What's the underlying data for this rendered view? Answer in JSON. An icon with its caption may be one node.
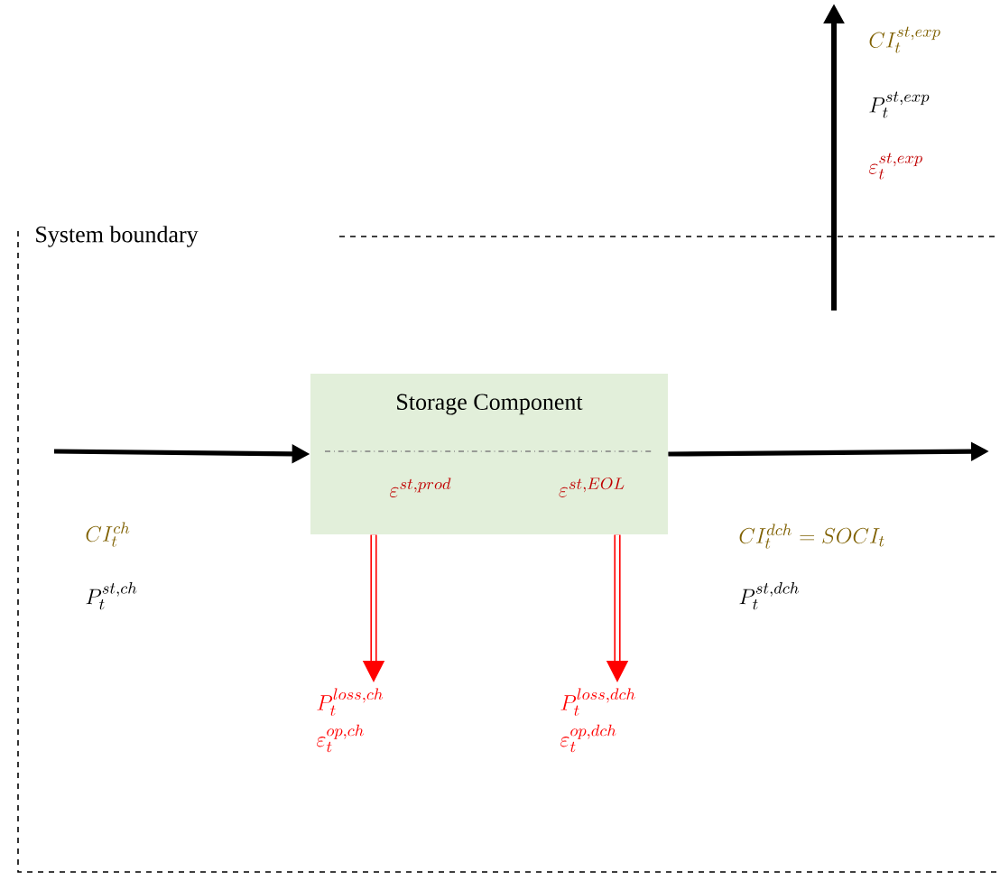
{
  "diagram": {
    "nodes": [
      {
        "text": [
          "System boundary"
        ]
      },
      {
        "text": [
          "Storage Component",
          "\\varepsilon^{st,prod}",
          "\\varepsilon^{st,EOL}"
        ],
        "in": 0
      },
      {
        "text": [
          "P_t^{loss,ch}",
          "\\varepsilon_t^{op,ch}"
        ],
        "in": 0
      },
      {
        "text": [
          "P_t^{loss,dch}",
          "\\varepsilon_t^{op,dch}"
        ],
        "in": 0
      }
    ],
    "edges": [
      {
        "from": null,
        "to": 1,
        "arrow": "to"
      },
      {
        "from": 1,
        "to": null,
        "arrow": "to"
      },
      {
        "from": 1,
        "to": 2,
        "arrow": "to",
        "color": "#ff0000"
      },
      {
        "from": 1,
        "to": 3,
        "arrow": "to",
        "color": "#ff0000"
      }
    ],
    "labels": [
      "CI_t^{st,exp}",
      "P_t^{st,exp}",
      "\\varepsilon_t^{st,exp}",
      "CI_t^{ch}",
      "P_t^{st,ch}",
      "CI_t^{dch} = SOCI_t",
      "P_t^{st,dch}"
    ]
  }
}
